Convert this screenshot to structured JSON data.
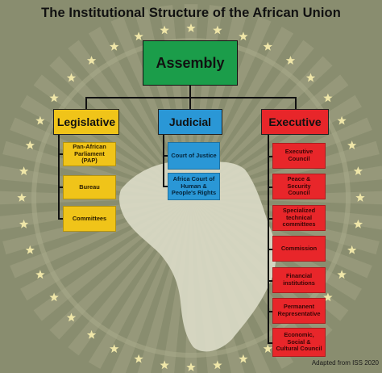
{
  "title": "The Institutional Structure of the African Union",
  "assembly": "Assembly",
  "branches": {
    "legislative": {
      "label": "Legislative",
      "items": [
        "Pan-African Parliament (PAP)",
        "Bureau",
        "Committees"
      ]
    },
    "judicial": {
      "label": "Judicial",
      "items": [
        "Court of Justice",
        "Africa Court of Human & People's Rights"
      ]
    },
    "executive": {
      "label": "Executive",
      "items": [
        "Executive Council",
        "Peace & Security Council",
        "Specialized technical committees",
        "Commission",
        "Financial institutions",
        "Permanent Representative",
        "Economic, Social & Cultural Council"
      ]
    }
  },
  "credit": "Adapted from ISS 2020",
  "colors": {
    "background": "#898d6f",
    "assembly": "#1b9d4a",
    "legislative": "#f0c419",
    "judicial": "#2a97d6",
    "executive": "#e8262a",
    "stars": "#efe6a8"
  },
  "icons": [
    "star-icon",
    "sunburst",
    "africa-map"
  ]
}
